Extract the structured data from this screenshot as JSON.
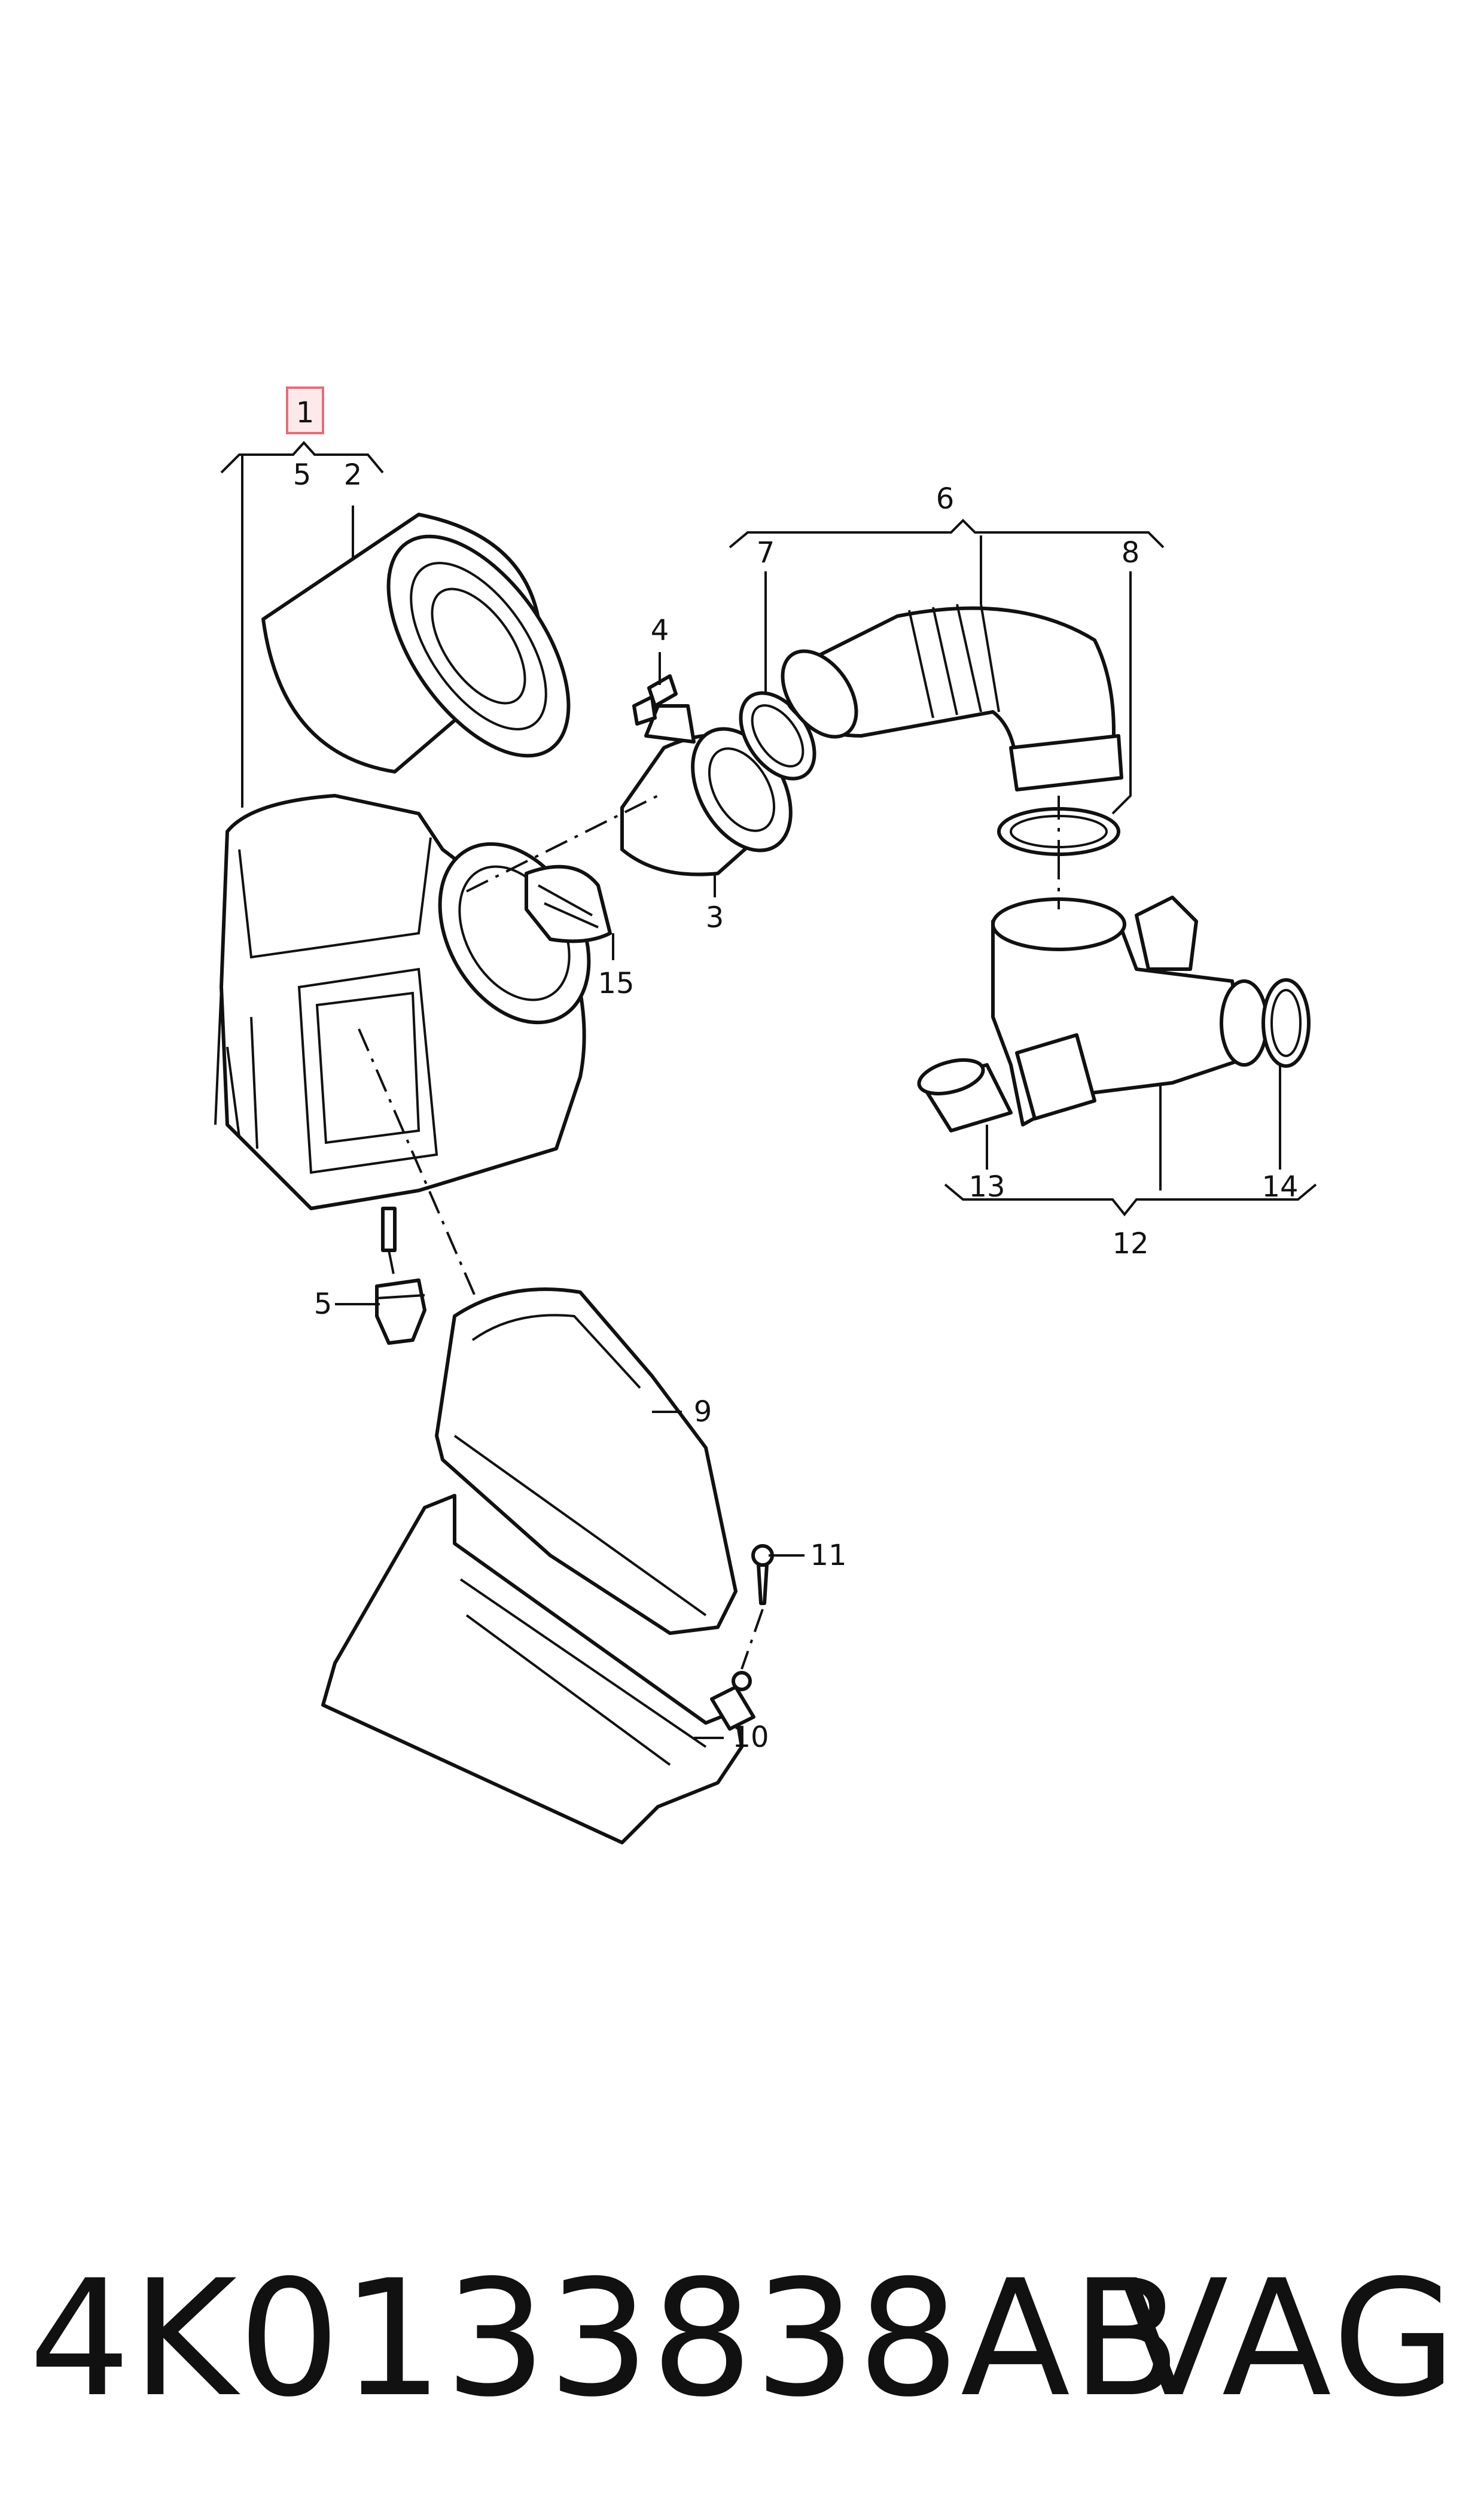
{
  "callouts": {
    "c1": "1",
    "c2": "2",
    "c3": "3",
    "c4": "4",
    "c5a": "5",
    "c5b": "5",
    "c6": "6",
    "c7": "7",
    "c8": "8",
    "c9": "9",
    "c10": "10",
    "c11": "11",
    "c12": "12",
    "c13": "13",
    "c14": "14",
    "c15": "15"
  },
  "footer": {
    "part_number": "4K0133838AB",
    "brand": "VAG"
  },
  "colors": {
    "line": "#111111",
    "highlight_fill": "#fde9ea",
    "highlight_stroke": "#e0707a"
  }
}
